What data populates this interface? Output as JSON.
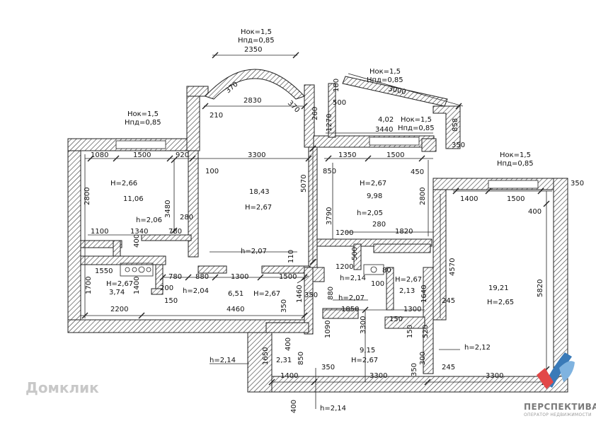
{
  "labels": {
    "bay1_nok": "Нок=1,5",
    "bay1_npd": "Нпд=0,85",
    "bay1_w": "2350",
    "bay1_370a": "370",
    "bay1_370b": "370",
    "bay1_2830": "2830",
    "bay1_210": "210",
    "bay1_260": "260",
    "left_nok": "Нок=1,5",
    "left_npd": "Нпд=0,85",
    "balc_nok": "Нок=1,5",
    "balc_npd": "Нпд=0,85",
    "balc_3000": "3000",
    "balc_180": "180",
    "balc_500": "500",
    "balc_1270": "1270",
    "b2_402": "4,02",
    "b2_3440": "3440",
    "b2_nok": "Нок=1,5",
    "b2_npd": "Нпд=0,85",
    "b2_858": "858",
    "b2_350": "350",
    "right_nok": "Нок=1,5",
    "right_npd": "Нпд=0,85",
    "d1080": "1080",
    "d1500a": "1500",
    "d920": "920",
    "d3300a": "3300",
    "d1350": "1350",
    "d1500b": "1500",
    "d100": "100",
    "d850": "850",
    "d450": "450",
    "d1400a": "1400",
    "d1500c": "1500",
    "d400a": "400",
    "d350a": "350",
    "d2800a": "2800",
    "d3480": "3480",
    "d5070": "5070",
    "d3790": "3790",
    "d2800b": "2800",
    "r1_h": "H=2,66",
    "r1_area": "11,06",
    "r2_area": "18,43",
    "r2_h": "H=2,67",
    "r3_h": "H=2,67",
    "r3_area": "9,98",
    "r4_area": "19,21",
    "r4_h": "H=2,65",
    "h206": "h=2,06",
    "d280a": "280",
    "d1100": "1100",
    "d1340": "1340",
    "d780a": "780",
    "h205": "h=2,05",
    "d280b": "280",
    "d1200a": "1200",
    "d1820": "1820",
    "h207a": "h=2,07",
    "d400b": "400",
    "d500a": "500",
    "d1200b": "1200",
    "h214a": "h=2,14",
    "d110": "110",
    "d4570": "4570",
    "d5820": "5820",
    "d1550": "1550",
    "d780b": "780",
    "d880a": "880",
    "d1300a": "1300",
    "d1500d": "1500",
    "r5_h": "H=2,67",
    "r5_area": "3,74",
    "d1700": "1700",
    "d1400b": "1400",
    "d200": "200",
    "h204": "h=2,04",
    "r6_area": "6,51",
    "r6_h": "H=2,67",
    "r7_h": "H=2,67",
    "r7_area": "2,13",
    "d100b": "100",
    "d1640": "1640",
    "d245a": "245",
    "d150a": "150",
    "d2200": "2200",
    "d4460": "4460",
    "d350b": "350",
    "d1460": "1460",
    "d350c": "350",
    "d880b": "880",
    "h207b": "h=2,07",
    "d1850": "1850",
    "d1300b": "1300",
    "d1090": "1090",
    "d3300b": "3300",
    "d150b": "150",
    "d150c": "150",
    "d520": "520",
    "h212": "h=2,12",
    "d1650": "1650",
    "d400c": "400",
    "d850b": "850",
    "h214b": "h=2,14",
    "r8_area": "2,31",
    "r9_area": "9,15",
    "r9_h": "H=2,67",
    "d350d": "350",
    "d300": "300",
    "d245b": "245",
    "d1400c": "1400",
    "d3300c": "3300",
    "d350e": "350",
    "d3300d": "3300",
    "d400d": "400",
    "h214c": "h=2,14",
    "d80": "80"
  },
  "logos": {
    "left": "Домклик",
    "right": "ПЕРСПЕКТИВА",
    "right_sub": "ОПЕРАТОР НЕДВИЖИМОСТИ"
  }
}
